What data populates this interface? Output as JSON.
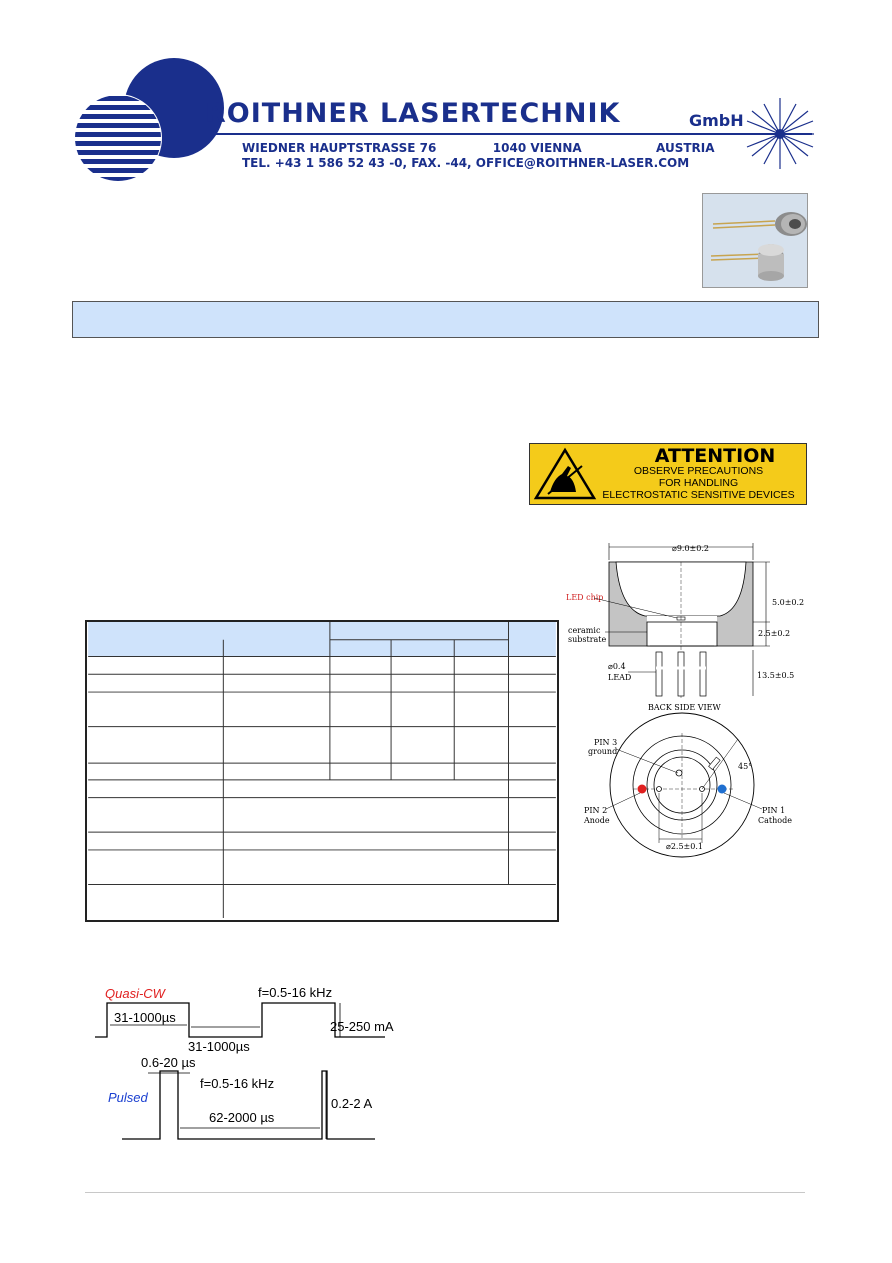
{
  "header": {
    "company": "ROITHNER LASERTECHNIK",
    "company_suffix": "GmbH",
    "address_street": "WIEDNER HAUPTSTRASSE 76",
    "address_city": "1040 VIENNA",
    "address_country": "AUSTRIA",
    "contact": "TEL. +43 1 586 52 43 -0, FAX. -44, OFFICE@ROITHNER-LASER.COM",
    "brand_color": "#1a2f8c"
  },
  "title_band": {
    "color": "#cfe3fb"
  },
  "esd_label": {
    "title": "ATTENTION",
    "line1": "OBSERVE PRECAUTIONS",
    "line2": "FOR HANDLING",
    "line3": "ELECTROSTATIC SENSITIVE DEVICES",
    "color": "#f4cb1a"
  },
  "side_drawing": {
    "diameter": "⌀9.0±0.2",
    "height": "5.0±0.2",
    "base_height": "2.5±0.2",
    "lead_length": "13.5±0.5",
    "led_chip": "LED chip",
    "ceramic": "ceramic",
    "substrate": "substrate",
    "lead_dia": "⌀0.4",
    "lead": "LEAD"
  },
  "back_drawing": {
    "view": "BACK SIDE VIEW",
    "pin3": "PIN 3",
    "pin3_fn": "ground",
    "pin2": "PIN 2",
    "pin2_fn": "Anode",
    "pin1": "PIN 1",
    "pin1_fn": "Cathode",
    "angle": "45°",
    "pitch": "⌀2.5±0.1",
    "anode_color": "#e02020",
    "cathode_color": "#1f6fd0"
  },
  "waveform": {
    "quasi_label": "Quasi-CW",
    "quasi_width": "31-1000µs",
    "quasi_gap": "31-1000µs",
    "quasi_freq": "f=0.5-16 kHz",
    "quasi_amp": "25-250 mA",
    "pulsed_label": "Pulsed",
    "pulsed_width": "0.6-20 µs",
    "pulsed_freq": "f=0.5-16 kHz",
    "pulsed_gap": "62-2000 µs",
    "pulsed_amp": "0.2-2 A",
    "quasi_color": "#e02020",
    "pulsed_color": "#1a3fd0"
  },
  "table_header_color": "#cfe3fb"
}
